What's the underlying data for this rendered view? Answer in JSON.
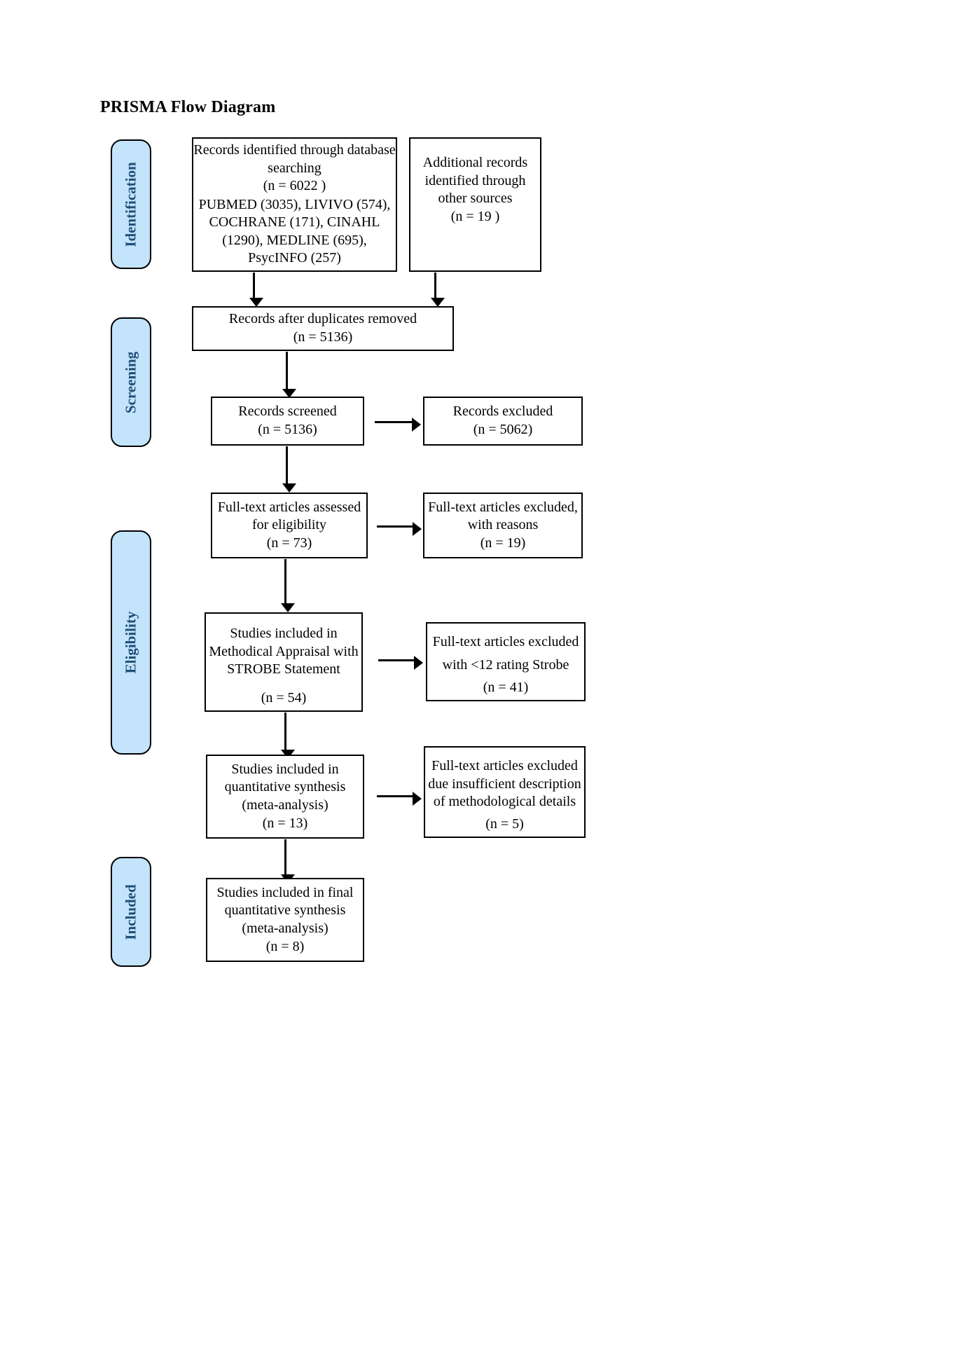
{
  "document": {
    "title": "PRISMA Flow Diagram"
  },
  "colors": {
    "stage_fill": "#c3e4fb",
    "stage_text": "#1f4e79",
    "box_border": "#000000",
    "box_fill": "#ffffff",
    "text": "#000000"
  },
  "stages": [
    {
      "id": "identification",
      "label": "Identification"
    },
    {
      "id": "screening",
      "label": "Screening"
    },
    {
      "id": "eligibility",
      "label": "Eligibility"
    },
    {
      "id": "included",
      "label": "Included"
    }
  ],
  "chart_data": {
    "type": "diagram",
    "diagram_type": "prisma-flow",
    "title": "PRISMA Flow Diagram",
    "phases": [
      "Identification",
      "Screening",
      "Eligibility",
      "Included"
    ],
    "nodes": [
      {
        "id": "db-search",
        "phase": "Identification",
        "column": "main",
        "label": "Records identified through database searching",
        "count_text": "(n =  6022  )",
        "count": 6022,
        "detail": "PUBMED (3035), LIVIVO (574), COCHRANE (171), CINAHL (1290), MEDLINE (695), PsycINFO (257)",
        "sources": [
          {
            "name": "PUBMED",
            "value": 3035
          },
          {
            "name": "LIVIVO",
            "value": 574
          },
          {
            "name": "COCHRANE",
            "value": 171
          },
          {
            "name": "CINAHL",
            "value": 1290
          },
          {
            "name": "MEDLINE",
            "value": 695
          },
          {
            "name": "PsycINFO",
            "value": 257
          }
        ]
      },
      {
        "id": "other-sources",
        "phase": "Identification",
        "column": "right",
        "label": "Additional records identified through other sources",
        "count_text": "(n = 19 )",
        "count": 19
      },
      {
        "id": "duplicates-removed",
        "phase": "Screening",
        "column": "main",
        "label": "Records after duplicates removed",
        "count_text": "(n = 5136)",
        "count": 5136
      },
      {
        "id": "records-screened",
        "phase": "Screening",
        "column": "main",
        "label": "Records screened",
        "count_text": "(n = 5136)",
        "count": 5136
      },
      {
        "id": "records-excluded",
        "phase": "Screening",
        "column": "right",
        "label": "Records excluded",
        "count_text": "(n =  5062)",
        "count": 5062
      },
      {
        "id": "fulltext-assessed",
        "phase": "Eligibility",
        "column": "main",
        "label": "Full-text articles assessed for eligibility",
        "count_text": "(n = 73)",
        "count": 73
      },
      {
        "id": "fulltext-excluded-reasons",
        "phase": "Eligibility",
        "column": "right",
        "label": "Full-text articles excluded, with reasons",
        "count_text": "(n = 19)",
        "count": 19
      },
      {
        "id": "strobe-appraisal",
        "phase": "Eligibility",
        "column": "main",
        "label": "Studies included in Methodical Appraisal with STROBE Statement",
        "count_text": "(n = 54)",
        "count": 54
      },
      {
        "id": "strobe-excluded",
        "phase": "Eligibility",
        "column": "right",
        "label": "Full-text articles excluded with  <12 rating Strobe",
        "count_text": "(n = 41)",
        "count": 41
      },
      {
        "id": "quant-synthesis",
        "phase": "Eligibility",
        "column": "main",
        "label": "Studies included in quantitative synthesis (meta-analysis)",
        "count_text": "(n = 13)",
        "count": 13
      },
      {
        "id": "method-detail-excluded",
        "phase": "Eligibility",
        "column": "right",
        "label": "Full-text articles excluded due insufficient description of methodological details",
        "count_text": "(n = 5)",
        "count": 5
      },
      {
        "id": "final-synthesis",
        "phase": "Included",
        "column": "main",
        "label": "Studies included in final quantitative synthesis (meta-analysis)",
        "count_text": "(n = 8)",
        "count": 8
      }
    ]
  },
  "boxes": {
    "db_search": {
      "line1": "Records identified through database",
      "line2": "searching",
      "line3": "(n =  6022  )",
      "line4": "PUBMED (3035), LIVIVO (574),",
      "line5": "COCHRANE (171), CINAHL",
      "line6": "(1290), MEDLINE (695),",
      "line7": "PsycINFO (257)"
    },
    "other_sources": {
      "line1": "Additional records",
      "line2": "identified through",
      "line3": "other sources",
      "line4": "(n = 19 )"
    },
    "duplicates_removed": {
      "line1": "Records after duplicates removed",
      "line2": "(n = 5136)"
    },
    "records_screened": {
      "line1": "Records screened",
      "line2": "(n = 5136)"
    },
    "records_excluded": {
      "line1": "Records excluded",
      "line2": "(n =  5062)"
    },
    "fulltext_assessed": {
      "line1": "Full-text articles assessed",
      "line2": "for eligibility",
      "line3": "(n = 73)"
    },
    "fulltext_excluded_reasons": {
      "line1": "Full-text articles excluded,",
      "line2": "with reasons",
      "line3": "(n = 19)"
    },
    "strobe_appraisal": {
      "line1": "Studies included in",
      "line2": "Methodical Appraisal with",
      "line3": "STROBE Statement",
      "line4": "(n = 54)"
    },
    "strobe_excluded": {
      "line1": "Full-text articles excluded",
      "line2": "with  <12 rating Strobe",
      "line3": "(n = 41)"
    },
    "quant_synthesis": {
      "line1": "Studies included in",
      "line2": "quantitative synthesis",
      "line3": "(meta-analysis)",
      "line4": "(n = 13)"
    },
    "method_detail_excluded": {
      "line1": "Full-text articles excluded",
      "line2": "due insufficient description",
      "line3": "of methodological details",
      "line4": "(n = 5)"
    },
    "final_synthesis": {
      "line1": "Studies included in final",
      "line2": "quantitative synthesis",
      "line3": "(meta-analysis)",
      "line4": "(n = 8)"
    }
  }
}
